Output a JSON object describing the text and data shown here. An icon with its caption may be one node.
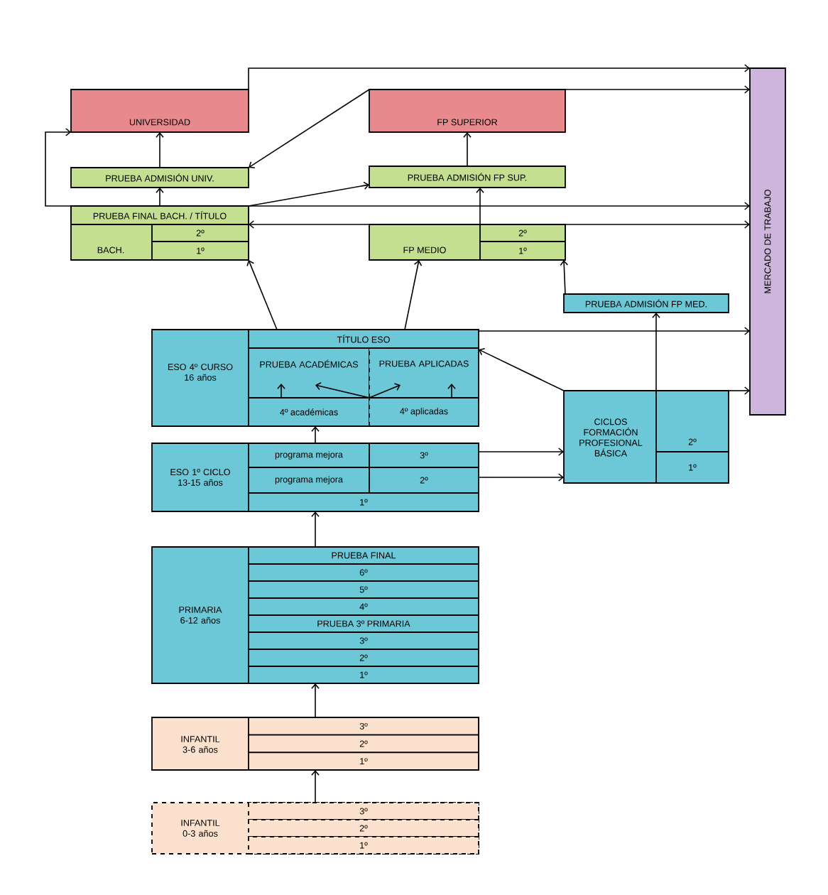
{
  "diagram": {
    "nodes": [
      {
        "text": [
          "UNIVERSIDAD"
        ]
      },
      {
        "text": [
          "FP SUPERIOR"
        ]
      },
      {
        "text": [
          "PRUEBA ADMISIÓN UNIV."
        ]
      },
      {
        "text": [
          "PRUEBA ADMISIÓN FP SUP."
        ]
      },
      {
        "text": [
          "BACH."
        ]
      },
      {
        "text": [
          "PRUEBA FINAL BACH. / TÍTULO"
        ],
        "in": 4
      },
      {
        "text": [
          "2º"
        ],
        "in": 4
      },
      {
        "text": [
          "1º"
        ],
        "in": 4
      },
      {
        "text": [
          "FP MEDIO"
        ]
      },
      {
        "text": [
          "2º"
        ],
        "in": 8
      },
      {
        "text": [
          "1º"
        ],
        "in": 8
      },
      {
        "text": [
          "MERCADO DE TRABAJO"
        ]
      },
      {
        "text": [
          "PRUEBA ADMISIÓN FP MED."
        ]
      },
      {
        "text": [
          "ESO 4º CURSO 16 años"
        ]
      },
      {
        "text": [
          "TÍTULO ESO"
        ],
        "in": 13
      },
      {
        "text": [
          "PRUEBA ACADÉMICAS"
        ],
        "in": 13
      },
      {
        "text": [
          "PRUEBA APLICADAS"
        ],
        "in": 13
      },
      {
        "text": [
          "4º académicas"
        ],
        "in": 13
      },
      {
        "text": [
          "4º aplicadas"
        ],
        "in": 13
      },
      {
        "text": [
          "CICLOS FORMACIÓN PROFESIONAL BÁSICA"
        ]
      },
      {
        "text": [
          "2º"
        ],
        "in": 19
      },
      {
        "text": [
          "1º"
        ],
        "in": 19
      },
      {
        "text": [
          "ESO 1º CICLO 13-15 años"
        ]
      },
      {
        "text": [
          "programa mejora"
        ],
        "in": 22
      },
      {
        "text": [
          "3º"
        ],
        "in": 22
      },
      {
        "text": [
          "programa mejora"
        ],
        "in": 22
      },
      {
        "text": [
          "2º"
        ],
        "in": 22
      },
      {
        "text": [
          "1º"
        ],
        "in": 22
      },
      {
        "text": [
          "PRIMARIA 6-12 años"
        ]
      },
      {
        "text": [
          "PRUEBA FINAL"
        ],
        "in": 28
      },
      {
        "text": [
          "6º"
        ],
        "in": 28
      },
      {
        "text": [
          "5º"
        ],
        "in": 28
      },
      {
        "text": [
          "4º"
        ],
        "in": 28
      },
      {
        "text": [
          "PRUEBA 3º PRIMARIA"
        ],
        "in": 28
      },
      {
        "text": [
          "3º"
        ],
        "in": 28
      },
      {
        "text": [
          "2º"
        ],
        "in": 28
      },
      {
        "text": [
          "1º"
        ],
        "in": 28
      },
      {
        "text": [
          "INFANTIL 3-6 años"
        ]
      },
      {
        "text": [
          "3º"
        ],
        "in": 37
      },
      {
        "text": [
          "2º"
        ],
        "in": 37
      },
      {
        "text": [
          "1º"
        ],
        "in": 37
      },
      {
        "text": [
          "INFANTIL 0-3 años"
        ]
      },
      {
        "text": [
          "3º"
        ],
        "in": 41
      },
      {
        "text": [
          "2º"
        ],
        "in": 41
      },
      {
        "text": [
          "1º"
        ],
        "in": 41
      }
    ],
    "edges": [
      {
        "from": 2,
        "to": 0,
        "arrow": "to"
      },
      {
        "from": 5,
        "to": 2,
        "arrow": "to"
      },
      {
        "from": 3,
        "to": 1,
        "arrow": "to"
      },
      {
        "from": 8,
        "to": 3,
        "arrow": "to"
      },
      {
        "from": 13,
        "to": 4,
        "arrow": "to"
      },
      {
        "from": 13,
        "to": 8,
        "arrow": "to"
      },
      {
        "from": 5,
        "to": 3,
        "arrow": "to"
      },
      {
        "from": 1,
        "to": 2,
        "arrow": "to"
      },
      {
        "from": 8,
        "to": 4,
        "arrow": "to"
      },
      {
        "from": 8,
        "to": 11,
        "arrow": "to"
      },
      {
        "from": 4,
        "to": 11,
        "arrow": "to"
      },
      {
        "from": 4,
        "to": 0,
        "arrow": "to"
      },
      {
        "from": 0,
        "to": 11,
        "arrow": "to"
      },
      {
        "from": 1,
        "to": 11,
        "arrow": "to"
      },
      {
        "from": 12,
        "to": 10,
        "arrow": "to"
      },
      {
        "from": 19,
        "to": 12,
        "arrow": "to"
      },
      {
        "from": 19,
        "to": 13,
        "arrow": "to"
      },
      {
        "from": 14,
        "to": 11,
        "arrow": "to"
      },
      {
        "from": 19,
        "to": 11,
        "arrow": "to"
      },
      {
        "from": 24,
        "to": 19,
        "arrow": "to"
      },
      {
        "from": 26,
        "to": 19,
        "arrow": "to"
      },
      {
        "from": 22,
        "to": 13,
        "arrow": "to"
      },
      {
        "from": 28,
        "to": 22,
        "arrow": "to"
      },
      {
        "from": 37,
        "to": 28,
        "arrow": "to"
      },
      {
        "from": 41,
        "to": 37,
        "arrow": "to"
      },
      {
        "from": 17,
        "to": 15,
        "arrow": "to"
      },
      {
        "from": 17,
        "to": 16,
        "arrow": "to"
      },
      {
        "from": 18,
        "to": 15,
        "arrow": "to"
      },
      {
        "from": 18,
        "to": 16,
        "arrow": "to"
      }
    ]
  }
}
